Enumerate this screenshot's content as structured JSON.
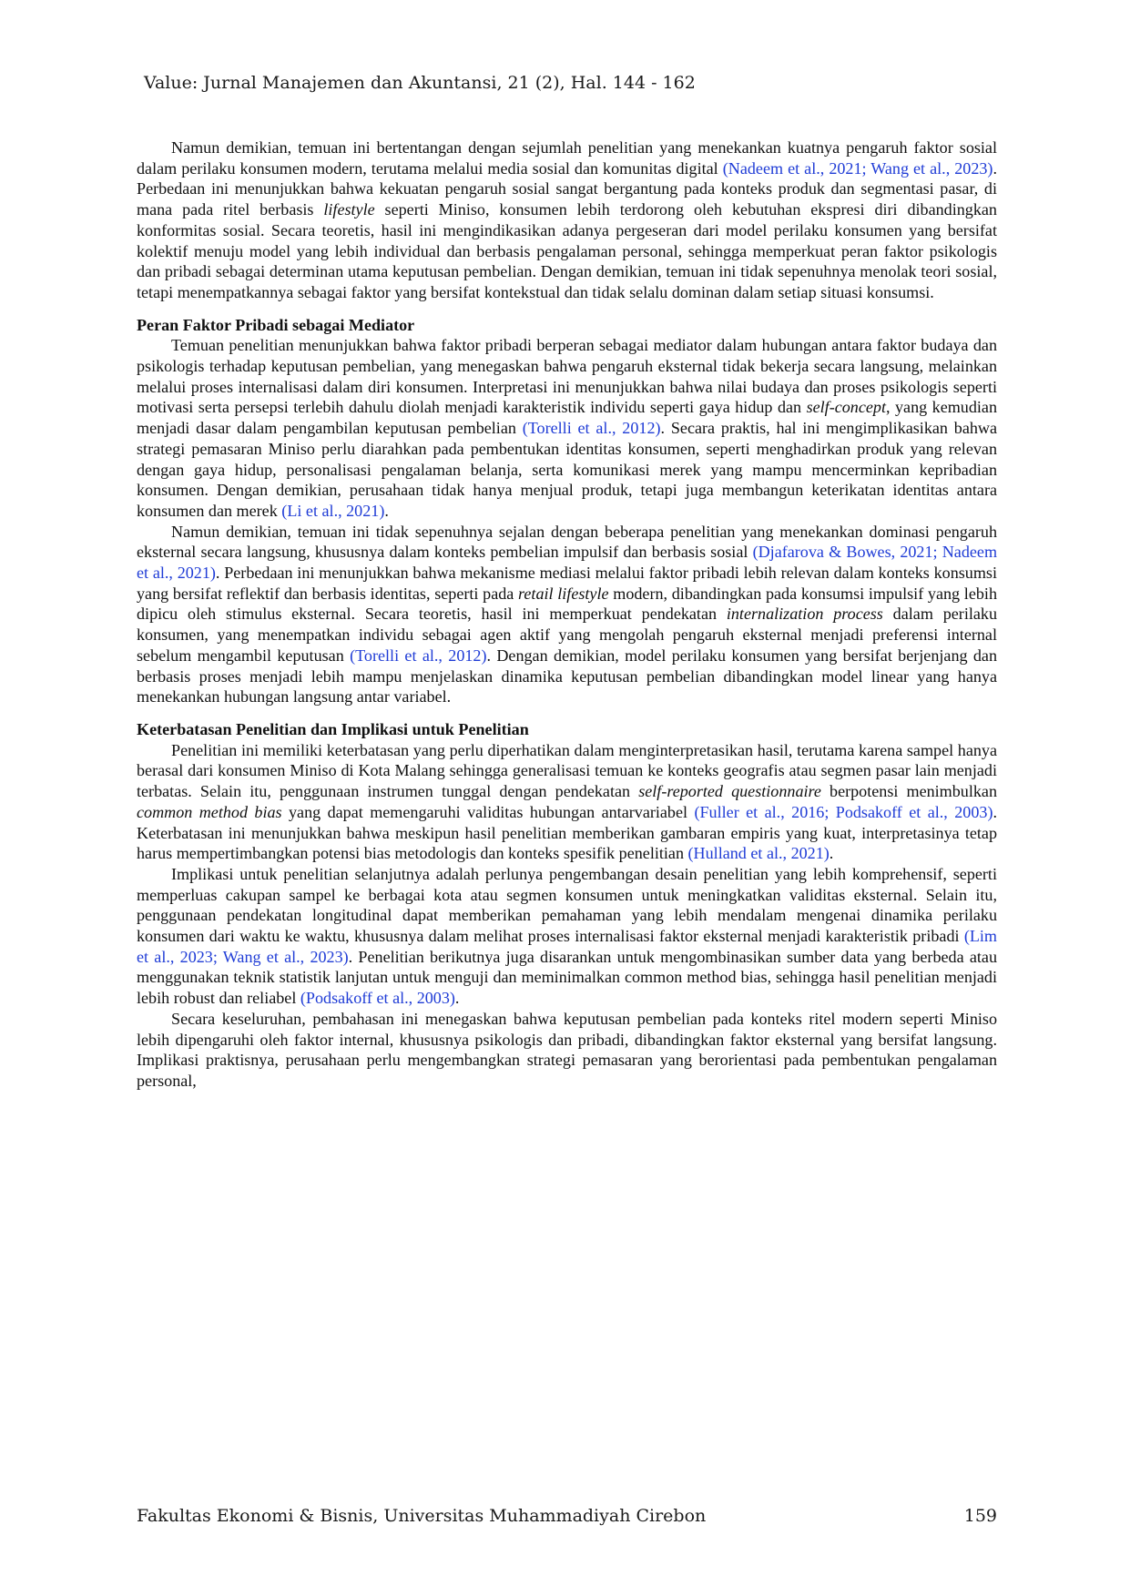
{
  "header": {
    "running_title": "Value: Jurnal Manajemen dan Akuntansi, 21 (2), Hal. 144 - 162"
  },
  "section1": {
    "p1": [
      "Namun demikian, temuan ini bertentangan dengan sejumlah penelitian yang menekankan kuatnya pengaruh faktor sosial dalam perilaku konsumen modern, terutama melalui media sosial dan komunitas digital ",
      "(Nadeem et al., 2021; Wang et al., 2023)",
      ". Perbedaan ini menunjukkan bahwa kekuatan pengaruh sosial sangat bergantung pada konteks produk dan segmentasi pasar, di mana pada ritel berbasis ",
      "lifestyle",
      " seperti Miniso, konsumen lebih terdorong oleh kebutuhan ekspresi diri dibandingkan konformitas sosial. Secara teoretis, hasil ini mengindikasikan adanya pergeseran dari model perilaku konsumen yang bersifat kolektif menuju model yang lebih individual dan berbasis pengalaman personal, sehingga memperkuat peran faktor psikologis dan pribadi sebagai determinan utama keputusan pembelian. Dengan demikian, temuan ini tidak sepenuhnya menolak teori sosial, tetapi menempatkannya sebagai faktor yang bersifat kontekstual dan tidak selalu dominan dalam setiap situasi konsumsi."
    ]
  },
  "section2": {
    "heading": "Peran Faktor Pribadi sebagai Mediator",
    "p1": [
      "Temuan penelitian menunjukkan bahwa faktor pribadi berperan sebagai mediator dalam hubungan antara faktor budaya dan psikologis terhadap keputusan pembelian, yang menegaskan bahwa pengaruh eksternal tidak bekerja secara langsung, melainkan melalui proses internalisasi dalam diri konsumen. Interpretasi ini menunjukkan bahwa nilai budaya dan proses psikologis seperti motivasi serta persepsi terlebih dahulu diolah menjadi karakteristik individu seperti gaya hidup dan ",
      "self-concept",
      ", yang kemudian menjadi dasar dalam pengambilan keputusan pembelian ",
      "(Torelli et al., 2012)",
      ". Secara praktis, hal ini mengimplikasikan bahwa strategi pemasaran Miniso perlu diarahkan pada pembentukan identitas konsumen, seperti menghadirkan produk yang relevan dengan gaya hidup, personalisasi pengalaman belanja, serta komunikasi merek yang mampu mencerminkan kepribadian konsumen. Dengan demikian, perusahaan tidak hanya menjual produk, tetapi juga membangun keterikatan identitas antara konsumen dan merek ",
      "(Li et al., 2021)",
      "."
    ],
    "p2": [
      "Namun demikian, temuan ini tidak sepenuhnya sejalan dengan beberapa penelitian yang menekankan dominasi pengaruh eksternal secara langsung, khususnya dalam konteks pembelian impulsif dan berbasis sosial ",
      "(Djafarova & Bowes, 2021; Nadeem et al., 2021)",
      ". Perbedaan ini menunjukkan bahwa mekanisme mediasi melalui faktor pribadi lebih relevan dalam konteks konsumsi yang bersifat reflektif dan berbasis identitas, seperti pada ",
      "retail lifestyle",
      " modern, dibandingkan pada konsumsi impulsif yang lebih dipicu oleh stimulus eksternal. Secara teoretis, hasil ini memperkuat pendekatan ",
      "internalization process",
      " dalam perilaku konsumen, yang menempatkan individu sebagai agen aktif yang mengolah pengaruh eksternal menjadi preferensi internal sebelum mengambil keputusan ",
      "(Torelli et al., 2012)",
      ". Dengan demikian, model perilaku konsumen yang bersifat berjenjang dan berbasis proses menjadi lebih mampu menjelaskan dinamika keputusan pembelian dibandingkan model linear yang hanya menekankan hubungan langsung antar variabel."
    ]
  },
  "section3": {
    "heading": "Keterbatasan Penelitian dan Implikasi untuk Penelitian",
    "p1": [
      "Penelitian ini memiliki keterbatasan yang perlu diperhatikan dalam menginterpretasikan hasil, terutama karena sampel hanya berasal dari konsumen Miniso di Kota Malang sehingga generalisasi temuan ke konteks geografis atau segmen pasar lain menjadi terbatas. Selain itu, penggunaan instrumen tunggal dengan pendekatan ",
      "self-reported questionnaire",
      " berpotensi menimbulkan ",
      "common method bias",
      " yang dapat memengaruhi validitas hubungan antarvariabel ",
      "(Fuller et al., 2016; Podsakoff et al., 2003)",
      ". Keterbatasan ini menunjukkan bahwa meskipun hasil penelitian memberikan gambaran empiris yang kuat, interpretasinya tetap harus mempertimbangkan potensi bias metodologis dan konteks spesifik penelitian ",
      "(Hulland et al., 2021)",
      "."
    ],
    "p2": [
      "Implikasi untuk penelitian selanjutnya adalah perlunya pengembangan desain penelitian yang lebih komprehensif, seperti memperluas cakupan sampel ke berbagai kota atau segmen konsumen untuk meningkatkan validitas eksternal. Selain itu, penggunaan pendekatan longitudinal dapat memberikan pemahaman yang lebih mendalam mengenai dinamika perilaku konsumen dari waktu ke waktu, khususnya dalam melihat proses internalisasi faktor eksternal menjadi karakteristik pribadi ",
      "(Lim et al., 2023; Wang et al., 2023)",
      ". Penelitian berikutnya juga disarankan untuk mengombinasikan sumber data yang berbeda atau menggunakan teknik statistik lanjutan untuk menguji dan meminimalkan common method bias, sehingga hasil penelitian menjadi lebih robust dan reliabel ",
      "(Podsakoff et al., 2003)",
      "."
    ],
    "p3": [
      "Secara keseluruhan, pembahasan ini menegaskan bahwa keputusan pembelian pada konteks ritel modern seperti Miniso lebih dipengaruhi oleh faktor internal, khususnya psikologis dan pribadi, dibandingkan faktor eksternal yang bersifat langsung. Implikasi praktisnya, perusahaan perlu mengembangkan strategi pemasaran yang berorientasi pada pembentukan pengalaman personal,"
    ]
  },
  "footer": {
    "institution": "Fakultas Ekonomi & Bisnis, Universitas Muhammadiyah Cirebon",
    "page_number": "159"
  },
  "colors": {
    "citation": "#1f3cd6",
    "text": "#111111"
  }
}
